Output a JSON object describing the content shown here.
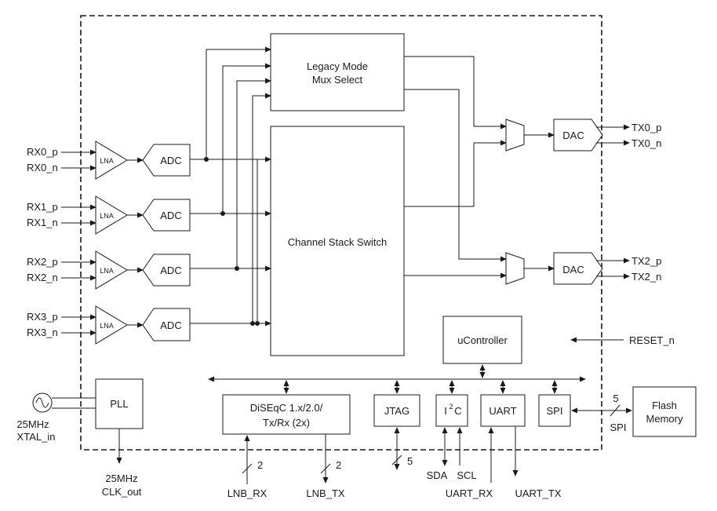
{
  "blocks": {
    "legacy_line1": "Legacy Mode",
    "legacy_line2": "Mux Select",
    "channel_stack": "Channel Stack Switch",
    "ucontroller": "uController",
    "pll": "PLL",
    "diseqc_line1": "DiSEqC 1.x/2.0/",
    "diseqc_line2": "Tx/Rx (2x)",
    "jtag": "JTAG",
    "i2c_base": "I",
    "i2c_sup": "2",
    "i2c_end": "C",
    "uart": "UART",
    "spi": "SPI",
    "flash_line1": "Flash",
    "flash_line2": "Memory",
    "lna": "LNA",
    "adc": "ADC",
    "dac": "DAC"
  },
  "signals": {
    "rx0_p": "RX0_p",
    "rx0_n": "RX0_n",
    "rx1_p": "RX1_p",
    "rx1_n": "RX1_n",
    "rx2_p": "RX2_p",
    "rx2_n": "RX2_n",
    "rx3_p": "RX3_p",
    "rx3_n": "RX3_n",
    "tx0_p": "TX0_p",
    "tx0_n": "TX0_n",
    "tx2_p": "TX2_p",
    "tx2_n": "TX2_n",
    "reset_n": "RESET_n",
    "xtal_freq": "25MHz",
    "xtal_in": "XTAL_in",
    "clk_freq": "25MHz",
    "clk_out": "CLK_out",
    "lnb_rx": "LNB_RX",
    "lnb_tx": "LNB_TX",
    "sda": "SDA",
    "scl": "SCL",
    "uart_rx": "UART_RX",
    "uart_tx": "UART_TX",
    "spi_bus": "SPI"
  },
  "bus_widths": {
    "lnb_rx": "2",
    "lnb_tx": "2",
    "jtag": "5",
    "spi": "5"
  }
}
